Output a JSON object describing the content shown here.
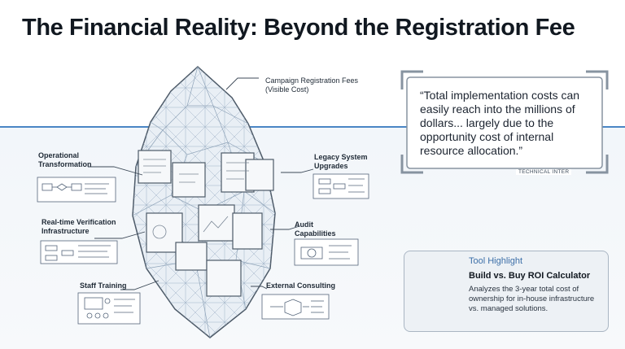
{
  "title": "The Financial Reality: Beyond the Registration Fee",
  "iceberg": {
    "tip": {
      "label": "Campaign Registration Fees",
      "note": "(Visible Cost)"
    },
    "hidden_costs": [
      "Operational Transformation",
      "Legacy System Upgrades",
      "Real-time Verification Infrastructure",
      "Audit Capabilities",
      "Staff Training",
      "External Consulting"
    ]
  },
  "quote": {
    "text": "“Total implementation costs can easily reach into the millions of dollars... largely due to the opportunity cost of internal resource allocation.”",
    "source": "TECHNICAL INTER"
  },
  "tool": {
    "kicker": "Tool Highlight",
    "name": "Build vs. Buy ROI Calculator",
    "description": "Analyzes the 3-year total cost of ownership for in-house infrastructure vs. managed solutions."
  },
  "colors": {
    "accent": "#4a86c5",
    "ink": "#1c2430",
    "box_border": "#9aa7b4"
  },
  "icons": [
    "iceberg-illustration",
    "calculator-icon",
    "gear-icon",
    "flowchart-icon",
    "cube-icon",
    "training-icon",
    "audit-icon"
  ]
}
